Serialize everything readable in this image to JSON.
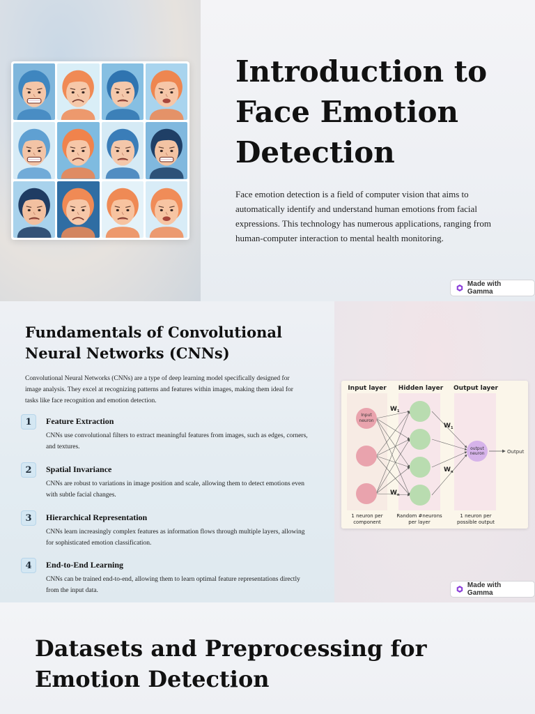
{
  "slide1": {
    "title": "Introduction to Face Emotion Detection",
    "body": "Face emotion detection is a field of computer vision that aims to automatically identify and understand human emotions from facial expressions. This technology has numerous applications, ranging from human-computer interaction to mental health monitoring.",
    "badge": "Made with Gamma",
    "faces": [
      {
        "bg": "#7fb6dc",
        "skin": "#f4c6a8",
        "hair": "#3f86bf",
        "mood": "grimace"
      },
      {
        "bg": "#d9eef7",
        "skin": "#f6c8a9",
        "hair": "#f08a55",
        "mood": "sad"
      },
      {
        "bg": "#86bfe2",
        "skin": "#f4c8ab",
        "hair": "#2f74b0",
        "mood": "frown"
      },
      {
        "bg": "#a9d4ee",
        "skin": "#f6c6a8",
        "hair": "#ee8650",
        "mood": "worried"
      },
      {
        "bg": "#d6ebf6",
        "skin": "#f3c4a6",
        "hair": "#5fa0d2",
        "mood": "grimace"
      },
      {
        "bg": "#7fbbe0",
        "skin": "#f6c7a8",
        "hair": "#f0834c",
        "mood": "sad"
      },
      {
        "bg": "#d5eaf5",
        "skin": "#f4c7aa",
        "hair": "#3a7db8",
        "mood": "frown"
      },
      {
        "bg": "#80b8de",
        "skin": "#f3c3a3",
        "hair": "#1f3f66",
        "mood": "grimace"
      },
      {
        "bg": "#a8d2ec",
        "skin": "#f2c0a0",
        "hair": "#1f3c63",
        "mood": "frown"
      },
      {
        "bg": "#2f6da3",
        "skin": "#f6c7a8",
        "hair": "#f08a55",
        "mood": "sad"
      },
      {
        "bg": "#e4f2f9",
        "skin": "#f7c3a0",
        "hair": "#ef8a55",
        "mood": "frown"
      },
      {
        "bg": "#d8ecf7",
        "skin": "#f7c5a3",
        "hair": "#f08c58",
        "mood": "worried"
      }
    ]
  },
  "slide2": {
    "title": "Fundamentals of Convolutional Neural Networks (CNNs)",
    "intro": "Convolutional Neural Networks (CNNs) are a type of deep learning model specifically designed for image analysis. They excel at recognizing patterns and features within images, making them ideal for tasks like face recognition and emotion detection.",
    "features": [
      {
        "num": "1",
        "title": "Feature Extraction",
        "desc": "CNNs use convolutional filters to extract meaningful features from images, such as edges, corners, and textures."
      },
      {
        "num": "2",
        "title": "Spatial Invariance",
        "desc": "CNNs are robust to variations in image position and scale, allowing them to detect emotions even with subtle facial changes."
      },
      {
        "num": "3",
        "title": "Hierarchical Representation",
        "desc": "CNNs learn increasingly complex features as information flows through multiple layers, allowing for sophisticated emotion classification."
      },
      {
        "num": "4",
        "title": "End-to-End Learning",
        "desc": "CNNs can be trained end-to-end, allowing them to learn optimal feature representations directly from the input data."
      }
    ],
    "diagram": {
      "input_layer": "Input layer",
      "hidden_layer": "Hidden layer",
      "output_layer": "Output layer",
      "input_neuron_1": "Input",
      "input_neuron_2": "neuron",
      "output_neuron_1": "output",
      "output_neuron_2": "neuron",
      "output_label": "Output",
      "w1": "W",
      "w1_sub": "1",
      "wn": "W",
      "wn_sub": "n",
      "w1b": "W",
      "w1b_sub": "1",
      "wnb": "W",
      "wnb_sub": "n",
      "input_caption_1": "1 neuron per",
      "input_caption_2": "component",
      "hidden_caption_1": "Random #neurons",
      "hidden_caption_2": "per layer",
      "output_caption_1": "1 neuron per",
      "output_caption_2": "possible output"
    },
    "badge": "Made with Gamma"
  },
  "slide3": {
    "title": "Datasets and Preprocessing for Emotion Detection"
  },
  "colors": {
    "gamma_icon": "#8b3fd9",
    "input_neuron": "#e9a3ad",
    "hidden_neuron": "#b9dcb0",
    "output_neuron": "#d6b3ea"
  }
}
